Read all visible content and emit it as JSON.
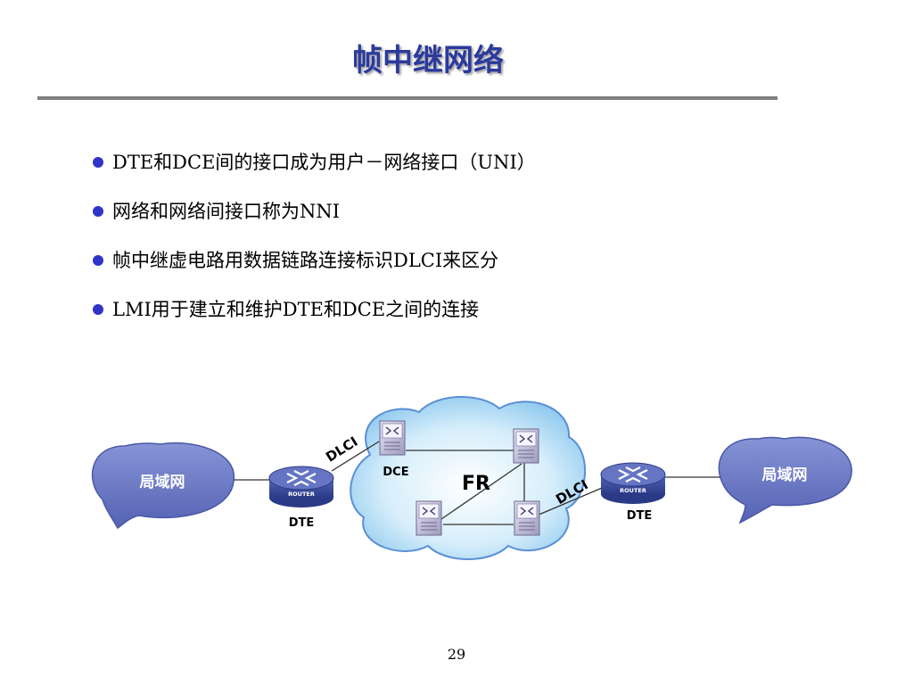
{
  "slide": {
    "title": "帧中继网络",
    "bullets": [
      "DTE和DCE间的接口成为用户－网络接口（UNI）",
      "网络和网络间接口称为NNI",
      "帧中继虚电路用数据链路连接标识DLCI来区分",
      "LMI用于建立和维护DTE和DCE之间的连接"
    ],
    "page_number": "29"
  },
  "diagram": {
    "left_lan_label": "局域网",
    "right_lan_label": "局域网",
    "cloud_label": "FR",
    "dce_label": "DCE",
    "left_dte_label": "DTE",
    "right_dte_label": "DTE",
    "left_dlci_label": "DLCI",
    "right_dlci_label": "DLCI",
    "router_badge": "ROUTER"
  },
  "colors": {
    "title": "#2b3a9c",
    "bullet_dot": "#2f35c8",
    "lan_bubble": "#6a78c6",
    "cloud_fill": "#bfe4f7",
    "cloud_stroke": "#5a8fd6",
    "router_body": "#3d4ea0"
  }
}
